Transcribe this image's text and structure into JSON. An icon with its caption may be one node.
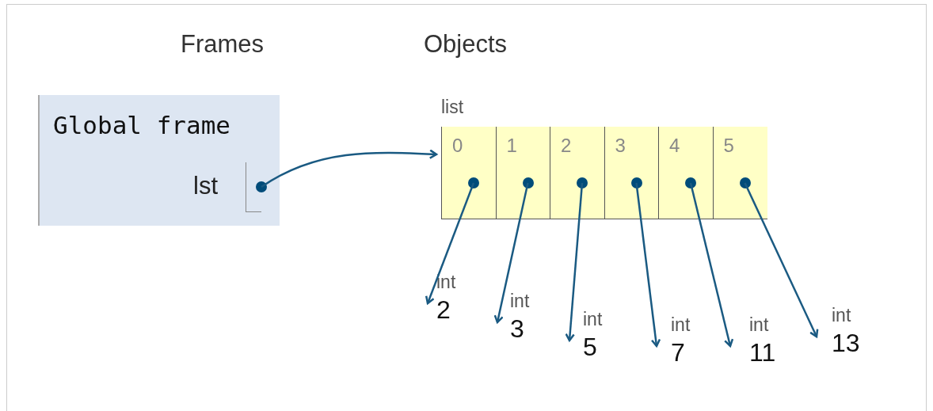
{
  "diagram": {
    "nodes": [
      {
        "text": [
          "Global frame"
        ]
      },
      {
        "text": [
          "lst"
        ],
        "in": 0
      },
      {
        "text": [
          "list"
        ]
      },
      {
        "text": [
          "0"
        ],
        "in": 2
      },
      {
        "text": [
          "1"
        ],
        "in": 2
      },
      {
        "text": [
          "2"
        ],
        "in": 2
      },
      {
        "text": [
          "3"
        ],
        "in": 2
      },
      {
        "text": [
          "4"
        ],
        "in": 2
      },
      {
        "text": [
          "5"
        ],
        "in": 2
      },
      {
        "text": [
          "int",
          "2"
        ]
      },
      {
        "text": [
          "int",
          "3"
        ]
      },
      {
        "text": [
          "int",
          "5"
        ]
      },
      {
        "text": [
          "int",
          "7"
        ]
      },
      {
        "text": [
          "int",
          "11"
        ]
      },
      {
        "text": [
          "int",
          "13"
        ]
      }
    ],
    "edges": [
      {
        "from": 1,
        "to": 2,
        "arrow": "to"
      },
      {
        "from": 3,
        "to": 9,
        "arrow": "to"
      },
      {
        "from": 4,
        "to": 10,
        "arrow": "to"
      },
      {
        "from": 5,
        "to": 11,
        "arrow": "to"
      },
      {
        "from": 6,
        "to": 12,
        "arrow": "to"
      },
      {
        "from": 7,
        "to": 13,
        "arrow": "to"
      },
      {
        "from": 8,
        "to": 14,
        "arrow": "to"
      }
    ],
    "labels": [
      "Frames",
      "Objects"
    ]
  }
}
